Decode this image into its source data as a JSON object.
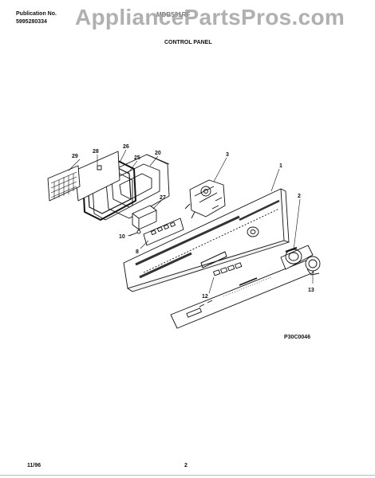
{
  "header": {
    "publication_label": "Publication No.",
    "publication_number": "5995280334",
    "model": "MDB531RF",
    "section_title": "CONTROL PANEL"
  },
  "watermark": "AppliancePartsPros.com",
  "figure_code": "P30C0046",
  "footer": {
    "date": "11/96",
    "page": "2"
  },
  "callouts": [
    "29",
    "28",
    "26",
    "25",
    "20",
    "3",
    "1",
    "27",
    "2",
    "10",
    "8",
    "13",
    "12"
  ]
}
